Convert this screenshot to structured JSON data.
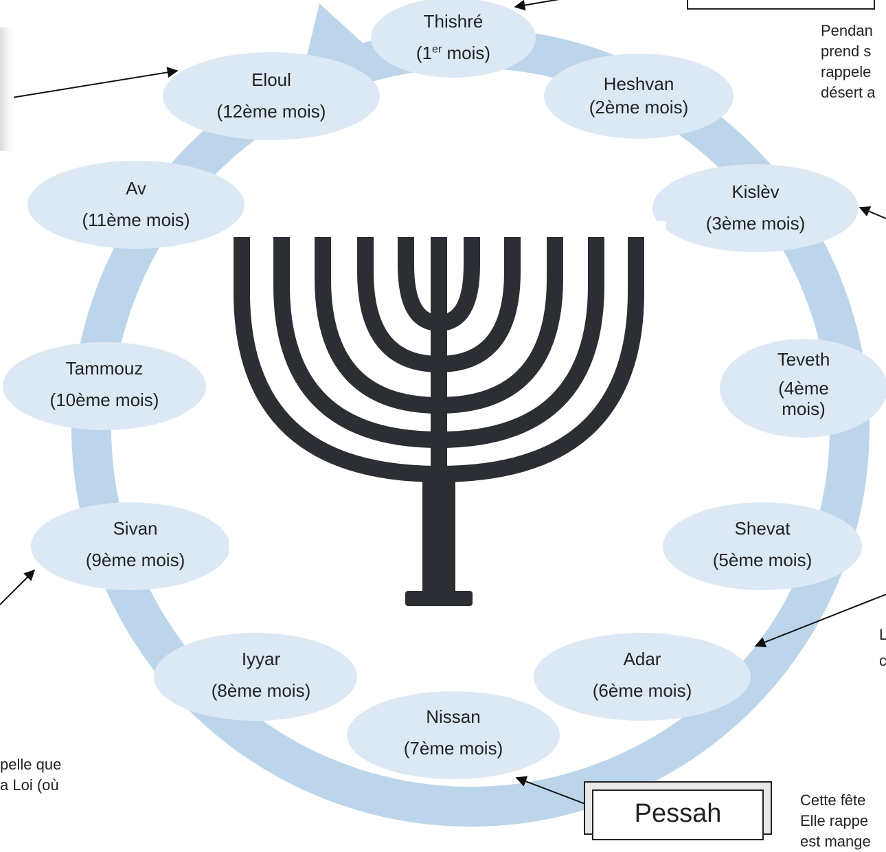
{
  "months": [
    {
      "name": "Thishré",
      "ordinal": "(1",
      "sup": "er",
      "rest": " mois)"
    },
    {
      "name": "Heshvan",
      "label": "(2ème mois)"
    },
    {
      "name": "Kislèv",
      "label": "(3ème mois)"
    },
    {
      "name": "Teveth",
      "label_a": "(4ème",
      "label_b": "mois)"
    },
    {
      "name": "Shevat",
      "label": "(5ème mois)"
    },
    {
      "name": "Adar",
      "label": "(6ème mois)"
    },
    {
      "name": "Nissan",
      "label": "(7ème mois)"
    },
    {
      "name": "Iyyar",
      "label": "(8ème mois)"
    },
    {
      "name": "Sivan",
      "label": "(9ème mois)"
    },
    {
      "name": "Tammouz",
      "label": "(10ème mois)"
    },
    {
      "name": "Av",
      "label": "(11ème mois)"
    },
    {
      "name": "Eloul",
      "label": "(12ème mois)"
    }
  ],
  "feast_box": "Pessah",
  "side_texts": {
    "top_right": [
      "Pendan",
      "prend s",
      "rappele",
      "désert a"
    ],
    "bottom_left": [
      "pelle  que",
      "a  Loi  (où"
    ],
    "bottom_right": [
      "Cette  fête",
      "Elle rappe",
      "est mange"
    ],
    "mid_right": [
      "L",
      "c"
    ]
  },
  "colors": {
    "ring": "#bcd5ea",
    "bubble": "#dce9f5",
    "menorah": "#2b2e33",
    "arrow": "#111111"
  }
}
